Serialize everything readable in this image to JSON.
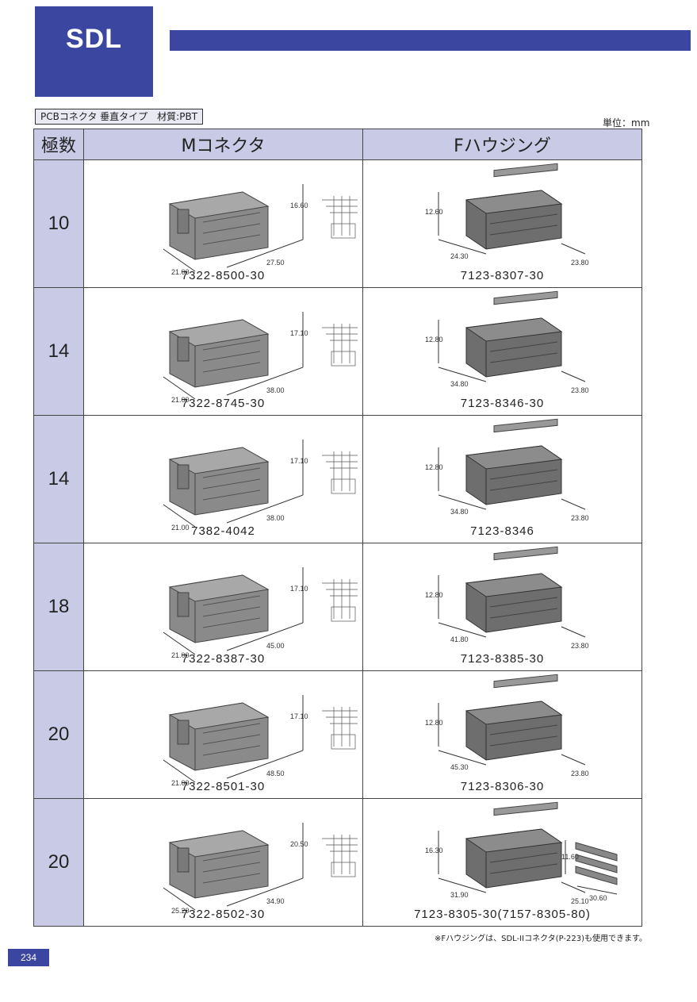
{
  "brand": {
    "logo": "SDL"
  },
  "subtitle": "PCBコネクタ 垂直タイプ　材質:PBT",
  "unit": "単位：mm",
  "table": {
    "headers": {
      "pins": "極数",
      "m_connector": "Mコネクタ",
      "f_housing": "Fハウジング"
    },
    "rows": [
      {
        "pins": "10",
        "m_part": "7322-8500-30",
        "f_part": "7123-8307-30",
        "m_dims": [
          "16.60",
          "27.50",
          "21.00"
        ],
        "f_dims": [
          "12.60",
          "24.30",
          "23.80"
        ]
      },
      {
        "pins": "14",
        "m_part": "7322-8745-30",
        "f_part": "7123-8346-30",
        "m_dims": [
          "17.10",
          "38.00",
          "21.00"
        ],
        "f_dims": [
          "12.80",
          "34.80",
          "23.80"
        ]
      },
      {
        "pins": "14",
        "m_part": "7382-4042",
        "f_part": "7123-8346",
        "m_dims": [
          "17.10",
          "38.00",
          "21.00"
        ],
        "f_dims": [
          "12.80",
          "34.80",
          "23.80"
        ]
      },
      {
        "pins": "18",
        "m_part": "7322-8387-30",
        "f_part": "7123-8385-30",
        "m_dims": [
          "17.10",
          "45.00",
          "21.00"
        ],
        "f_dims": [
          "12.80",
          "41.80",
          "23.80"
        ]
      },
      {
        "pins": "20",
        "m_part": "7322-8501-30",
        "f_part": "7123-8306-30",
        "m_dims": [
          "17.10",
          "48.50",
          "21.00"
        ],
        "f_dims": [
          "12.80",
          "45.30",
          "23.80"
        ]
      },
      {
        "pins": "20",
        "m_part": "7322-8502-30",
        "f_part": "7123-8305-30(7157-8305-80)",
        "m_dims": [
          "20.50",
          "34.90",
          "25.20"
        ],
        "f_dims": [
          "16.30",
          "31.90",
          "25.10"
        ],
        "extra_dims": [
          "11.60",
          "30.60"
        ]
      }
    ]
  },
  "footnote": "※Fハウジングは、SDL-IIコネクタ(P-223)も使用できます。",
  "page_number": "234",
  "colors": {
    "brand_blue": "#3a46a0",
    "header_fill": "#c9cbe6"
  }
}
